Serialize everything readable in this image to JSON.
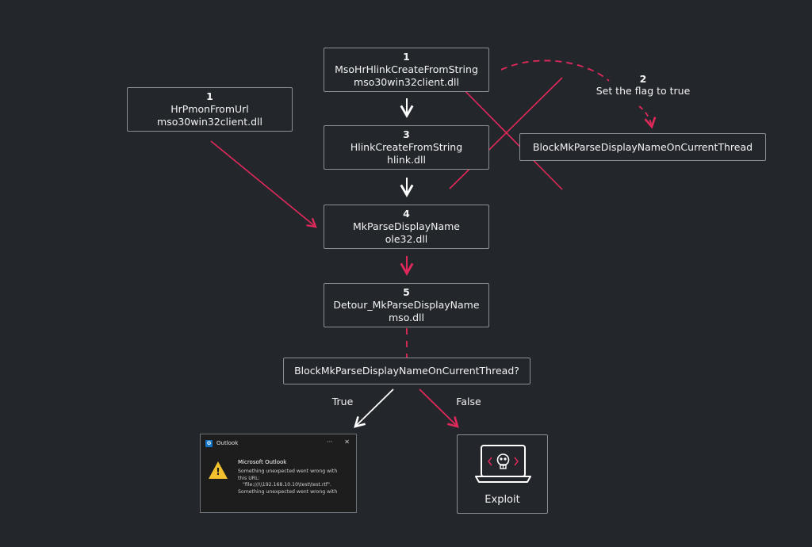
{
  "nodes": {
    "n1_main": {
      "num": "1",
      "line1": "MsoHrHlinkCreateFromString",
      "line2": "mso30win32client.dll"
    },
    "n1_side": {
      "num": "1",
      "line1": "HrPmonFromUrl",
      "line2": "mso30win32client.dll"
    },
    "n3": {
      "num": "3",
      "line1": "HlinkCreateFromString",
      "line2": "hlink.dll"
    },
    "n4": {
      "num": "4",
      "line1": "MkParseDisplayName",
      "line2": "ole32.dll"
    },
    "n5": {
      "num": "5",
      "line1": "Detour_MkParseDisplayName",
      "line2": "mso.dll"
    },
    "flag_box": {
      "line1": "BlockMkParseDisplayNameOnCurrentThread"
    },
    "decision": {
      "line1": "BlockMkParseDisplayNameOnCurrentThread?"
    }
  },
  "step2": {
    "num": "2",
    "text": "Set the flag to true"
  },
  "branches": {
    "true_label": "True",
    "false_label": "False"
  },
  "dialog": {
    "app_title": "Outlook",
    "app_icon": "outlook-icon",
    "title": "Microsoft Outlook",
    "lines": [
      "Something unexpected went wrong with",
      "this URL:",
      "  \"file:///\\\\192.168.10.10\\test\\test.rtf\".",
      "Something unexpected went wrong with"
    ],
    "minimize": "···",
    "close": "✕"
  },
  "exploit": {
    "label": "Exploit",
    "icon": "laptop-skull-icon"
  },
  "colors": {
    "background": "#23272c",
    "accent": "#e0285a",
    "border": "#8a9096",
    "arrow_white": "#ffffff"
  }
}
